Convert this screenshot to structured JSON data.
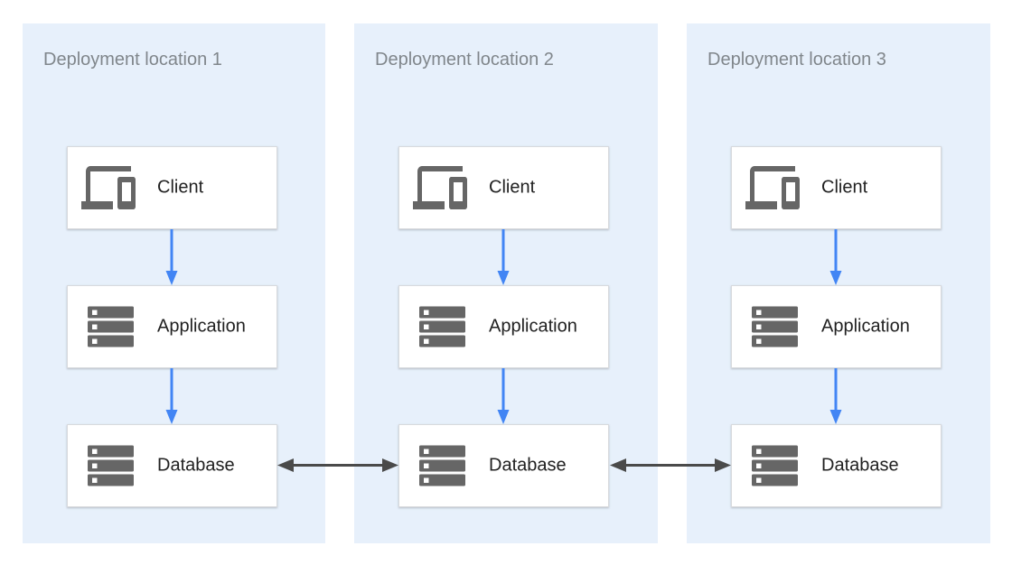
{
  "diagram": {
    "theme": {
      "background": "#ffffff",
      "panel_fill": "#e7f0fb",
      "panel_title_color": "#80868b",
      "node_label_color": "#212121",
      "node_icon_color": "#666666",
      "node_border_color": "#d8dadd",
      "flow_arrow_color": "#4285f4",
      "sync_arrow_color": "#4a4a4a"
    },
    "panels": [
      {
        "title": "Deployment location 1",
        "nodes": [
          {
            "label": "Client",
            "icon": "devices-icon"
          },
          {
            "label": "Application",
            "icon": "server-stack-icon"
          },
          {
            "label": "Database",
            "icon": "server-stack-icon"
          }
        ]
      },
      {
        "title": "Deployment location 2",
        "nodes": [
          {
            "label": "Client",
            "icon": "devices-icon"
          },
          {
            "label": "Application",
            "icon": "server-stack-icon"
          },
          {
            "label": "Database",
            "icon": "server-stack-icon"
          }
        ]
      },
      {
        "title": "Deployment location 3",
        "nodes": [
          {
            "label": "Client",
            "icon": "devices-icon"
          },
          {
            "label": "Application",
            "icon": "server-stack-icon"
          },
          {
            "label": "Database",
            "icon": "server-stack-icon"
          }
        ]
      }
    ],
    "edges": [
      {
        "from": "Client",
        "to": "Application",
        "style": "directed-down",
        "scope": "each location"
      },
      {
        "from": "Application",
        "to": "Database",
        "style": "directed-down",
        "scope": "each location"
      },
      {
        "from": "Database (location 1)",
        "to": "Database (location 2)",
        "style": "bidirectional"
      },
      {
        "from": "Database (location 2)",
        "to": "Database (location 3)",
        "style": "bidirectional"
      }
    ]
  }
}
